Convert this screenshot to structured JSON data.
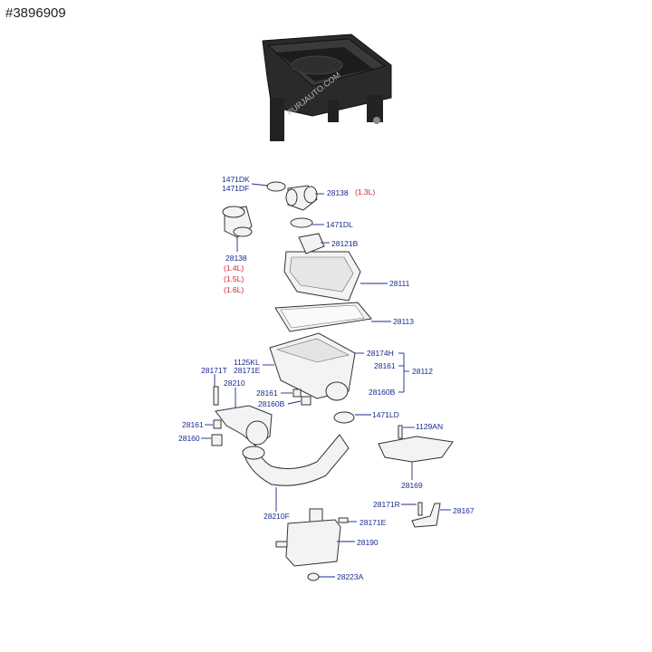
{
  "header": {
    "ref_number": "#3896909"
  },
  "watermark": "PURJAUTO.COM",
  "labels": {
    "l1471DK": "1471DK",
    "l1471DF": "1471DF",
    "l28138_top": "28138",
    "l13L": "(1.3L)",
    "l1471DL": "1471DL",
    "l28121B": "28121B",
    "l28138_left": "28138",
    "l14L": "(1.4L)",
    "l15L": "(1.5L)",
    "l16L": "(1.6L)",
    "l28111": "28111",
    "l28113": "28113",
    "l1125KL": "1125KL",
    "l28171E_a": "28171E",
    "l28174H": "28174H",
    "l28161_r": "28161",
    "l28112": "28112",
    "l28160B_r": "28160B",
    "l28171T": "28171T",
    "l28210": "28210",
    "l28161_mid": "28161",
    "l28160B_mid": "28160B",
    "l1471LD": "1471LD",
    "l28161_left": "28161",
    "l28160": "28160",
    "l1129AN": "1129AN",
    "l28169": "28169",
    "l28171R": "28171R",
    "l28167": "28167",
    "l28210F": "28210F",
    "l28171E_b": "28171E",
    "l28190": "28190",
    "l28223A": "28223A"
  },
  "colors": {
    "label": "#1a2a8c",
    "engine_variant": "#d4202a",
    "part_outline": "#333333"
  }
}
